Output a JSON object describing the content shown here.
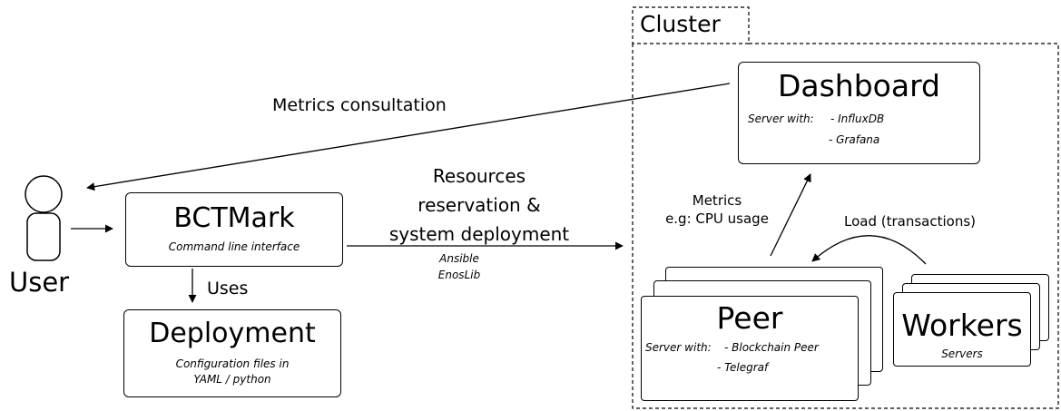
{
  "cluster": {
    "label": "Cluster"
  },
  "user": {
    "label": "User"
  },
  "bctmark": {
    "title": "BCTMark",
    "subtitle": "Command line interface"
  },
  "deployment": {
    "title": "Deployment",
    "subtitle_lines": [
      "Configuration files in",
      "YAML / python"
    ]
  },
  "dashboard": {
    "title": "Dashboard",
    "server_with": "Server with:",
    "items": [
      "- InfluxDB",
      "- Grafana"
    ]
  },
  "peer": {
    "title": "Peer",
    "server_with": "Server with:",
    "items": [
      "- Blockchain Peer",
      "- Telegraf"
    ]
  },
  "workers": {
    "title": "Workers",
    "subtitle": "Servers"
  },
  "edges": {
    "metrics_consultation": "Metrics consultation",
    "uses": "Uses",
    "resources_lines": [
      "Resources",
      "reservation &",
      "system deployment"
    ],
    "tools_lines": [
      "Ansible",
      "EnosLib"
    ],
    "metrics_lines": [
      "Metrics",
      "e.g: CPU usage"
    ],
    "load": "Load (transactions)"
  }
}
